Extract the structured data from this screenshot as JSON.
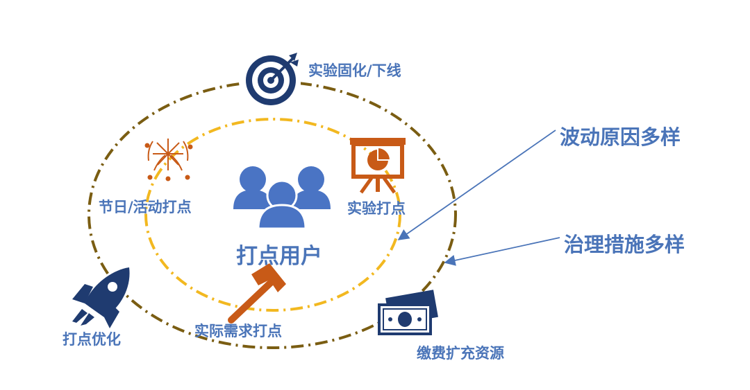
{
  "center": {
    "label": "打点用户"
  },
  "inner_ring": [
    {
      "label": "节日/活动打点",
      "icon": "fireworks-icon"
    },
    {
      "label": "实验打点",
      "icon": "presentation-chart-icon"
    },
    {
      "label": "实际需求打点",
      "icon": "hammer-icon"
    }
  ],
  "outer_ring": [
    {
      "label": "实验固化/下线",
      "icon": "target-icon"
    },
    {
      "label": "打点优化",
      "icon": "rocket-icon"
    },
    {
      "label": "缴费扩充资源",
      "icon": "money-icon"
    }
  ],
  "callouts": [
    {
      "label": "波动原因多样"
    },
    {
      "label": "治理措施多样"
    }
  ],
  "colors": {
    "text": "#4a74b8",
    "icon_navy": "#1f3b70",
    "icon_orange": "#c85a17",
    "people": "#4a74c4",
    "inner_ring": "#f2b820",
    "outer_ring": "#7a5d12",
    "arrow": "#4a74b8"
  }
}
